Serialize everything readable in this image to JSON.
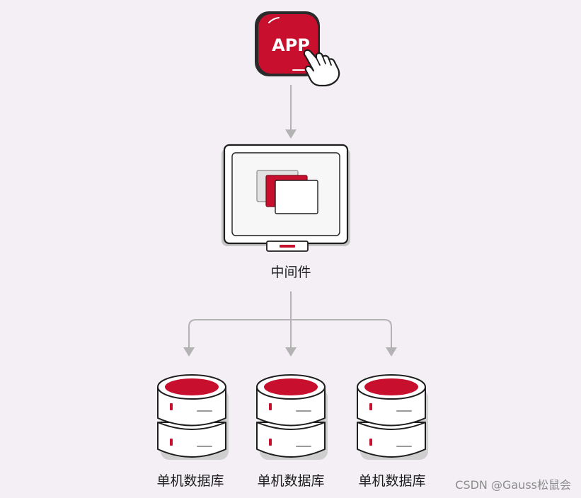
{
  "app_label": "APP",
  "middleware_label": "中间件",
  "databases": [
    {
      "label": "单机数据库"
    },
    {
      "label": "单机数据库"
    },
    {
      "label": "单机数据库"
    }
  ],
  "watermark": "CSDN @Gauss松鼠会",
  "colors": {
    "accent_red": "#c8102e",
    "background": "#f3eff5",
    "outline": "#222222",
    "connector": "#b3b3b3"
  }
}
